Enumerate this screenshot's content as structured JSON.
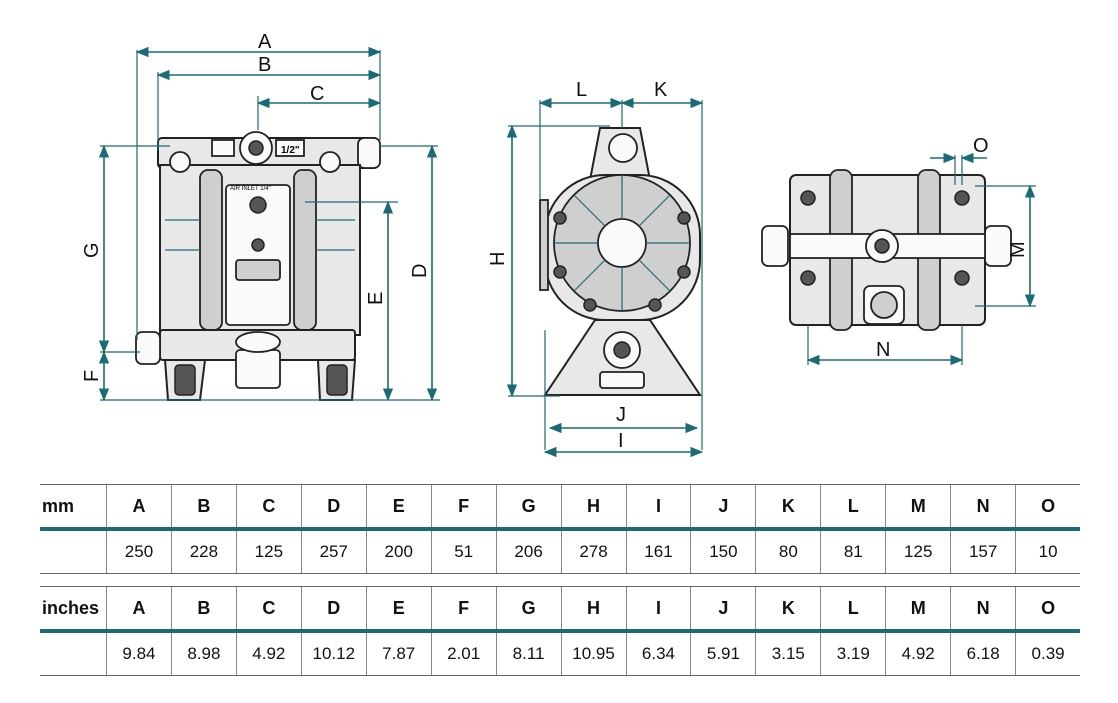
{
  "dimension_letters": [
    "A",
    "B",
    "C",
    "D",
    "E",
    "F",
    "G",
    "H",
    "I",
    "J",
    "K",
    "L",
    "M",
    "N",
    "O"
  ],
  "drawing_labels": {
    "front_view": {
      "a": "A",
      "b": "B",
      "c": "C",
      "d": "D",
      "e": "E",
      "f": "F",
      "g": "G"
    },
    "side_view": {
      "h": "H",
      "i": "I",
      "j": "J",
      "k": "K",
      "l": "L"
    },
    "top_view": {
      "m": "M",
      "n": "N",
      "o": "O"
    },
    "plate_air": "AIR INLET 1/4\"",
    "plate_size": "1/2\""
  },
  "tables": {
    "mm": {
      "unit": "mm",
      "headers": [
        "A",
        "B",
        "C",
        "D",
        "E",
        "F",
        "G",
        "H",
        "I",
        "J",
        "K",
        "L",
        "M",
        "N",
        "O"
      ],
      "values": [
        "250",
        "228",
        "125",
        "257",
        "200",
        "51",
        "206",
        "278",
        "161",
        "150",
        "80",
        "81",
        "125",
        "157",
        "10"
      ]
    },
    "inches": {
      "unit": "inches",
      "headers": [
        "A",
        "B",
        "C",
        "D",
        "E",
        "F",
        "G",
        "H",
        "I",
        "J",
        "K",
        "L",
        "M",
        "N",
        "O"
      ],
      "values": [
        "9.84",
        "8.98",
        "4.92",
        "10.12",
        "7.87",
        "2.01",
        "8.11",
        "10.95",
        "6.34",
        "5.91",
        "3.15",
        "3.19",
        "4.92",
        "6.18",
        "0.39"
      ]
    }
  },
  "colors": {
    "accent": "#1b6b75"
  }
}
